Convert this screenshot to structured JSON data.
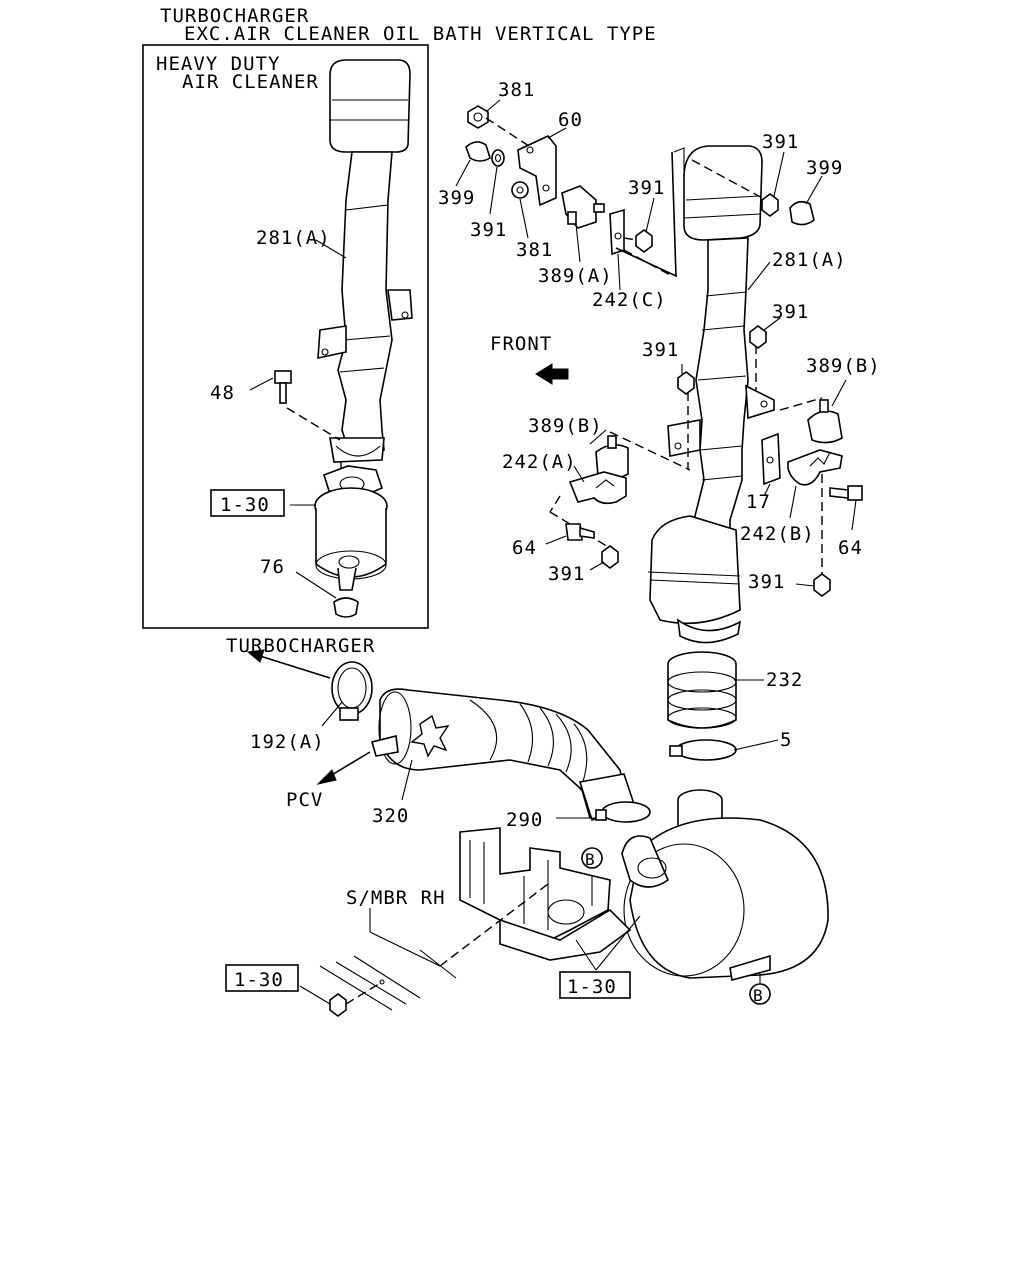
{
  "header": {
    "line1": "TURBOCHARGER",
    "line2": "EXC.AIR CLEANER OIL BATH VERTICAL TYPE"
  },
  "inset": {
    "title_line1": "HEAVY DUTY",
    "title_line2": "AIR CLEANER"
  },
  "labels": {
    "p381_top": "381",
    "p60": "60",
    "p399_left": "399",
    "p391_left": "391",
    "p381_mid": "381",
    "p389a": "389(A)",
    "p242c": "242(C)",
    "p391_c": "391",
    "p391_tr": "391",
    "p399_tr": "399",
    "p281a_right": "281(A)",
    "p391_r2": "391",
    "p389b_right": "389(B)",
    "p391_front": "391",
    "front": "FRONT",
    "p389b_left": "389(B)",
    "p242a": "242(A)",
    "p17": "17",
    "p242b": "242(B)",
    "p64_right": "64",
    "p64_left": "64",
    "p391_bl": "391",
    "p391_br": "391",
    "p281a_inset": "281(A)",
    "p48": "48",
    "p1_30_inset": "1-30",
    "p76": "76",
    "turbocharger": "TURBOCHARGER",
    "p192a": "192(A)",
    "pcv": "PCV",
    "p320": "320",
    "p232": "232",
    "p5": "5",
    "p290": "290",
    "smbr": "S/MBR RH",
    "p1_30_left": "1-30",
    "p1_30_center": "1-30",
    "ref_b": "B"
  }
}
